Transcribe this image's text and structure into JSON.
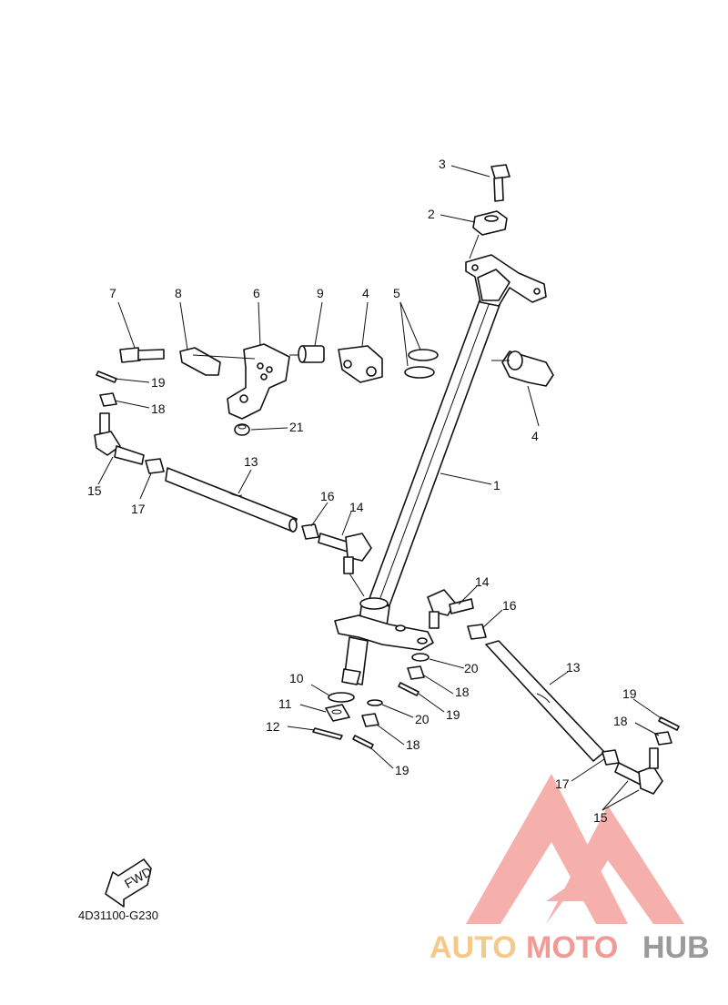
{
  "diagram": {
    "code": "4D31100-G230",
    "fwd_label": "FWD",
    "callouts": [
      {
        "id": "c3",
        "label": "3"
      },
      {
        "id": "c2",
        "label": "2"
      },
      {
        "id": "c7",
        "label": "7"
      },
      {
        "id": "c8",
        "label": "8"
      },
      {
        "id": "c6",
        "label": "6"
      },
      {
        "id": "c9",
        "label": "9"
      },
      {
        "id": "c4a",
        "label": "4"
      },
      {
        "id": "c5",
        "label": "5"
      },
      {
        "id": "c4b",
        "label": "4"
      },
      {
        "id": "c19a",
        "label": "19"
      },
      {
        "id": "c18a",
        "label": "18"
      },
      {
        "id": "c21",
        "label": "21"
      },
      {
        "id": "c13a",
        "label": "13"
      },
      {
        "id": "c1",
        "label": "1"
      },
      {
        "id": "c15a",
        "label": "15"
      },
      {
        "id": "c17a",
        "label": "17"
      },
      {
        "id": "c16a",
        "label": "16"
      },
      {
        "id": "c14a",
        "label": "14"
      },
      {
        "id": "c14b",
        "label": "14"
      },
      {
        "id": "c16b",
        "label": "16"
      },
      {
        "id": "c20a",
        "label": "20"
      },
      {
        "id": "c13b",
        "label": "13"
      },
      {
        "id": "c10",
        "label": "10"
      },
      {
        "id": "c18b",
        "label": "18"
      },
      {
        "id": "c11",
        "label": "11"
      },
      {
        "id": "c19b",
        "label": "19"
      },
      {
        "id": "c20b",
        "label": "20"
      },
      {
        "id": "c19c",
        "label": "19"
      },
      {
        "id": "c12",
        "label": "12"
      },
      {
        "id": "c18c",
        "label": "18"
      },
      {
        "id": "c18d",
        "label": "18"
      },
      {
        "id": "c19d",
        "label": "19"
      },
      {
        "id": "c17b",
        "label": "17"
      },
      {
        "id": "c15b",
        "label": "15"
      }
    ]
  },
  "watermark": {
    "part1": "AUTO",
    "part2": "MOTO",
    "part3": "HUB",
    "colors": {
      "auto": "#f6c98a",
      "moto": "#f29a96",
      "hub": "#9a9a9a",
      "logo": "#f5a39e"
    }
  }
}
